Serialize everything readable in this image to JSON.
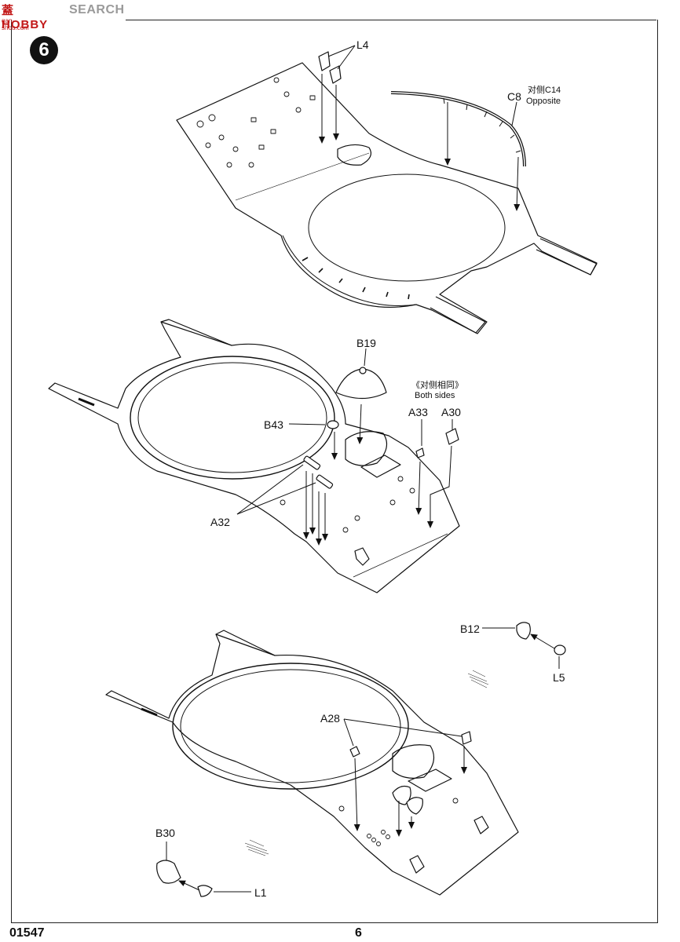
{
  "watermark": {
    "logo": "蓋 HOBBY",
    "search": "SEARCH",
    "site": "gan-shou.com"
  },
  "step_number": "6",
  "labels": {
    "L4": "L4",
    "C8": "C8",
    "C14": "对侧C14",
    "opposite": "Opposite",
    "B19": "B19",
    "both_cn": "《对侧相同》",
    "both_en": "Both sides",
    "A33": "A33",
    "A30": "A30",
    "B43": "B43",
    "A32": "A32",
    "B12": "B12",
    "L5": "L5",
    "A28": "A28",
    "B30": "B30",
    "L1": "L1"
  },
  "footer": {
    "code": "01547",
    "page": "6"
  }
}
